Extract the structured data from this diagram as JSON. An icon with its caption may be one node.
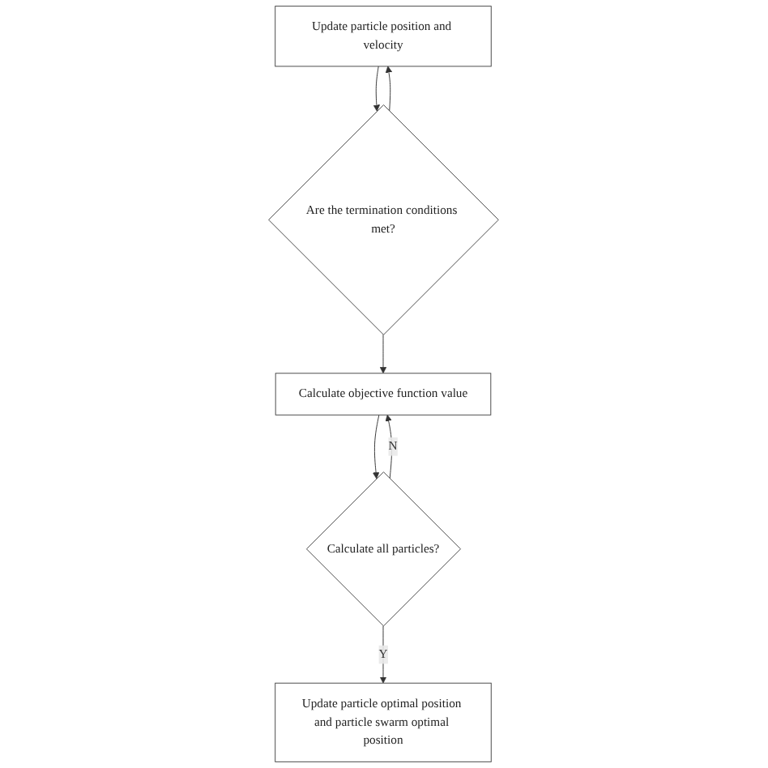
{
  "diagram": {
    "nodes": [
      {
        "text": [
          "Update particle position and velocity"
        ]
      },
      {
        "text": [
          "Are the termination conditions met?"
        ]
      },
      {
        "text": [
          "Calculate objective function value"
        ]
      },
      {
        "text": [
          "Calculate all particles?"
        ]
      },
      {
        "text": [
          "Update particle optimal position and particle swarm optimal position"
        ]
      }
    ],
    "edges": [
      {
        "from": 0,
        "to": 1,
        "arrow": "to"
      },
      {
        "from": 1,
        "to": 0,
        "arrow": "to"
      },
      {
        "from": 1,
        "to": 2,
        "arrow": "to"
      },
      {
        "from": 2,
        "to": 3,
        "arrow": "to"
      },
      {
        "from": 3,
        "to": 2,
        "arrow": "to",
        "label": "N"
      },
      {
        "from": 3,
        "to": 4,
        "arrow": "to",
        "label": "Y"
      }
    ]
  }
}
